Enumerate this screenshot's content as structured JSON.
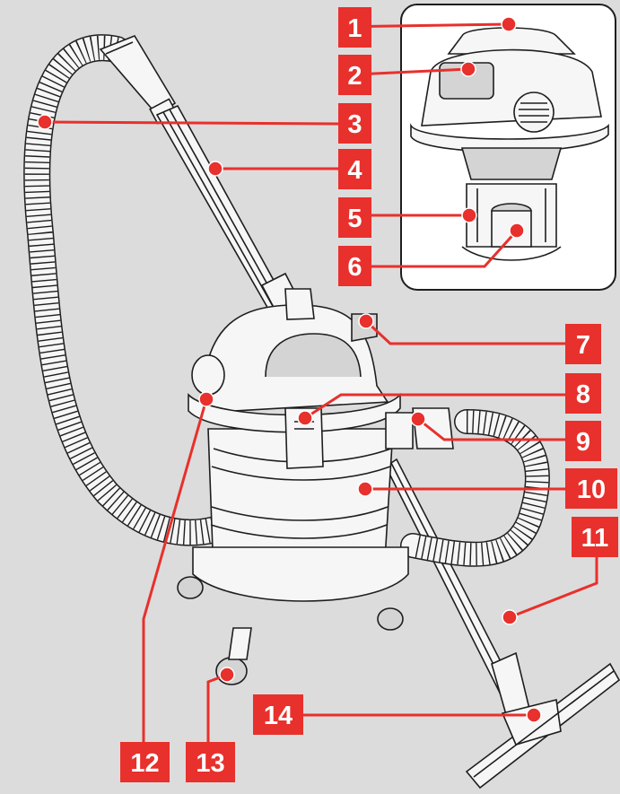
{
  "colors": {
    "background": "#dcdcdc",
    "callout_red": "#e8302c",
    "label_text": "#ffffff",
    "outline": "#1e1e1e",
    "body_fill": "#f6f6f6",
    "shade_fill": "#d4d4d4"
  },
  "callouts": [
    {
      "number": "1"
    },
    {
      "number": "2"
    },
    {
      "number": "3"
    },
    {
      "number": "4"
    },
    {
      "number": "5"
    },
    {
      "number": "6"
    },
    {
      "number": "7"
    },
    {
      "number": "8"
    },
    {
      "number": "9"
    },
    {
      "number": "10"
    },
    {
      "number": "11"
    },
    {
      "number": "12"
    },
    {
      "number": "13"
    },
    {
      "number": "14"
    }
  ]
}
